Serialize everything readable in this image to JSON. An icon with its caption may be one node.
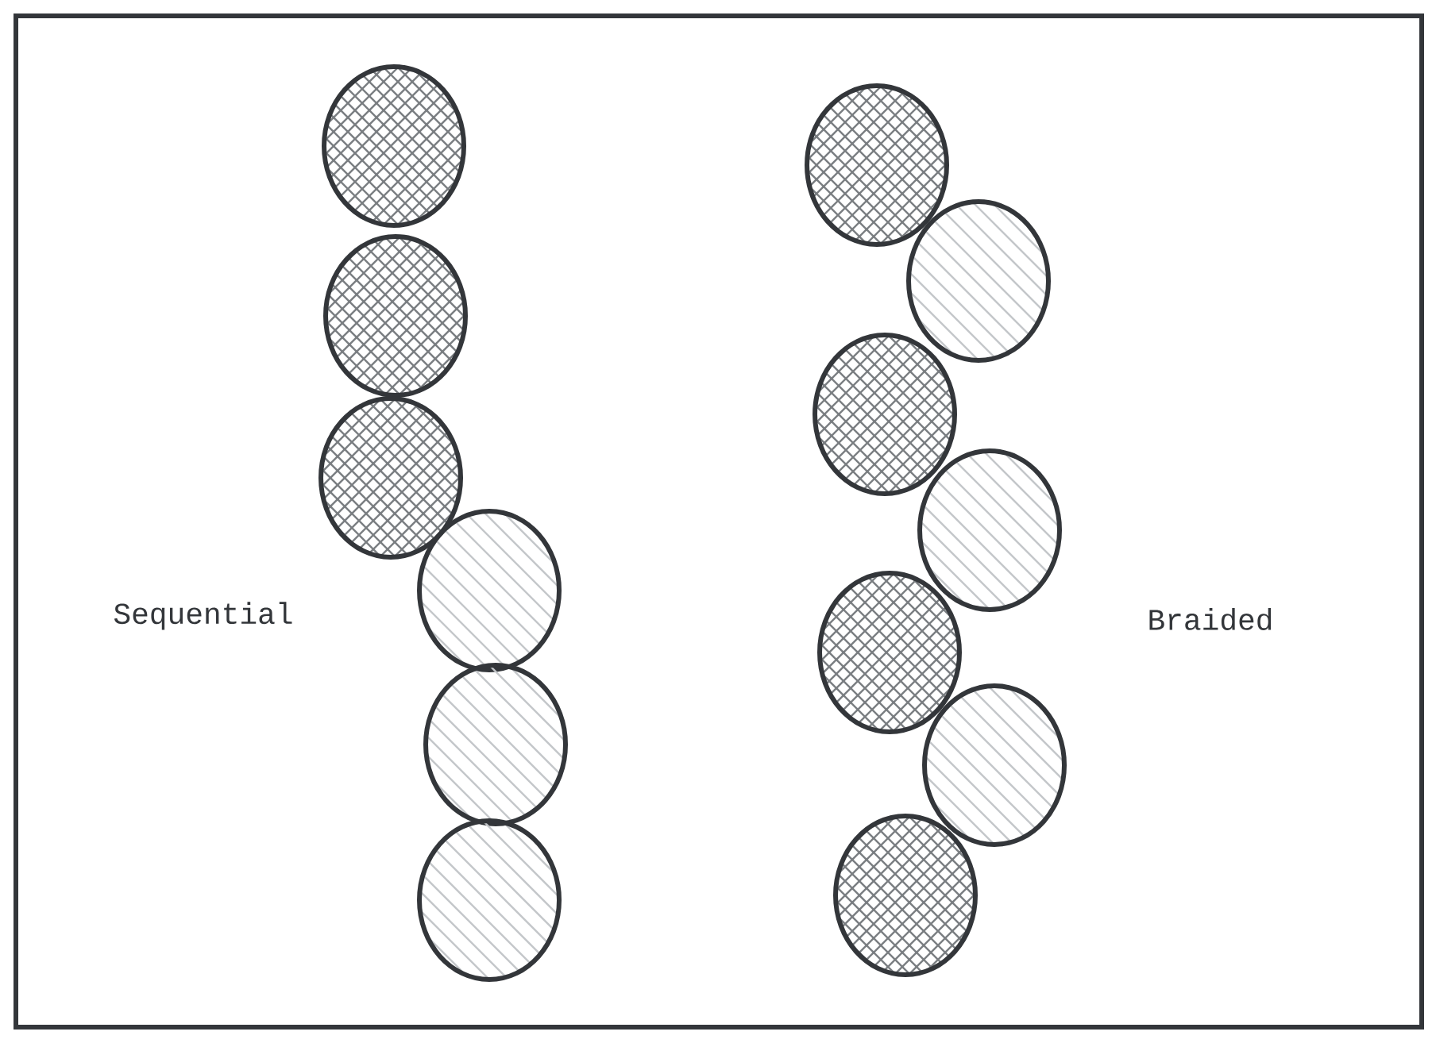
{
  "diagram": {
    "nodes": [
      {
        "text": [],
        "shape": "circle"
      },
      {
        "text": [],
        "shape": "circle"
      },
      {
        "text": [],
        "shape": "circle"
      },
      {
        "text": [],
        "shape": "circle"
      },
      {
        "text": [],
        "shape": "circle"
      },
      {
        "text": [],
        "shape": "circle"
      },
      {
        "text": [],
        "shape": "circle"
      },
      {
        "text": [],
        "shape": "circle"
      },
      {
        "text": [],
        "shape": "circle"
      },
      {
        "text": [],
        "shape": "circle"
      },
      {
        "text": [],
        "shape": "circle"
      },
      {
        "text": [],
        "shape": "circle"
      },
      {
        "text": [],
        "shape": "circle"
      }
    ],
    "labels": [
      "Sequential",
      "Braided"
    ]
  }
}
